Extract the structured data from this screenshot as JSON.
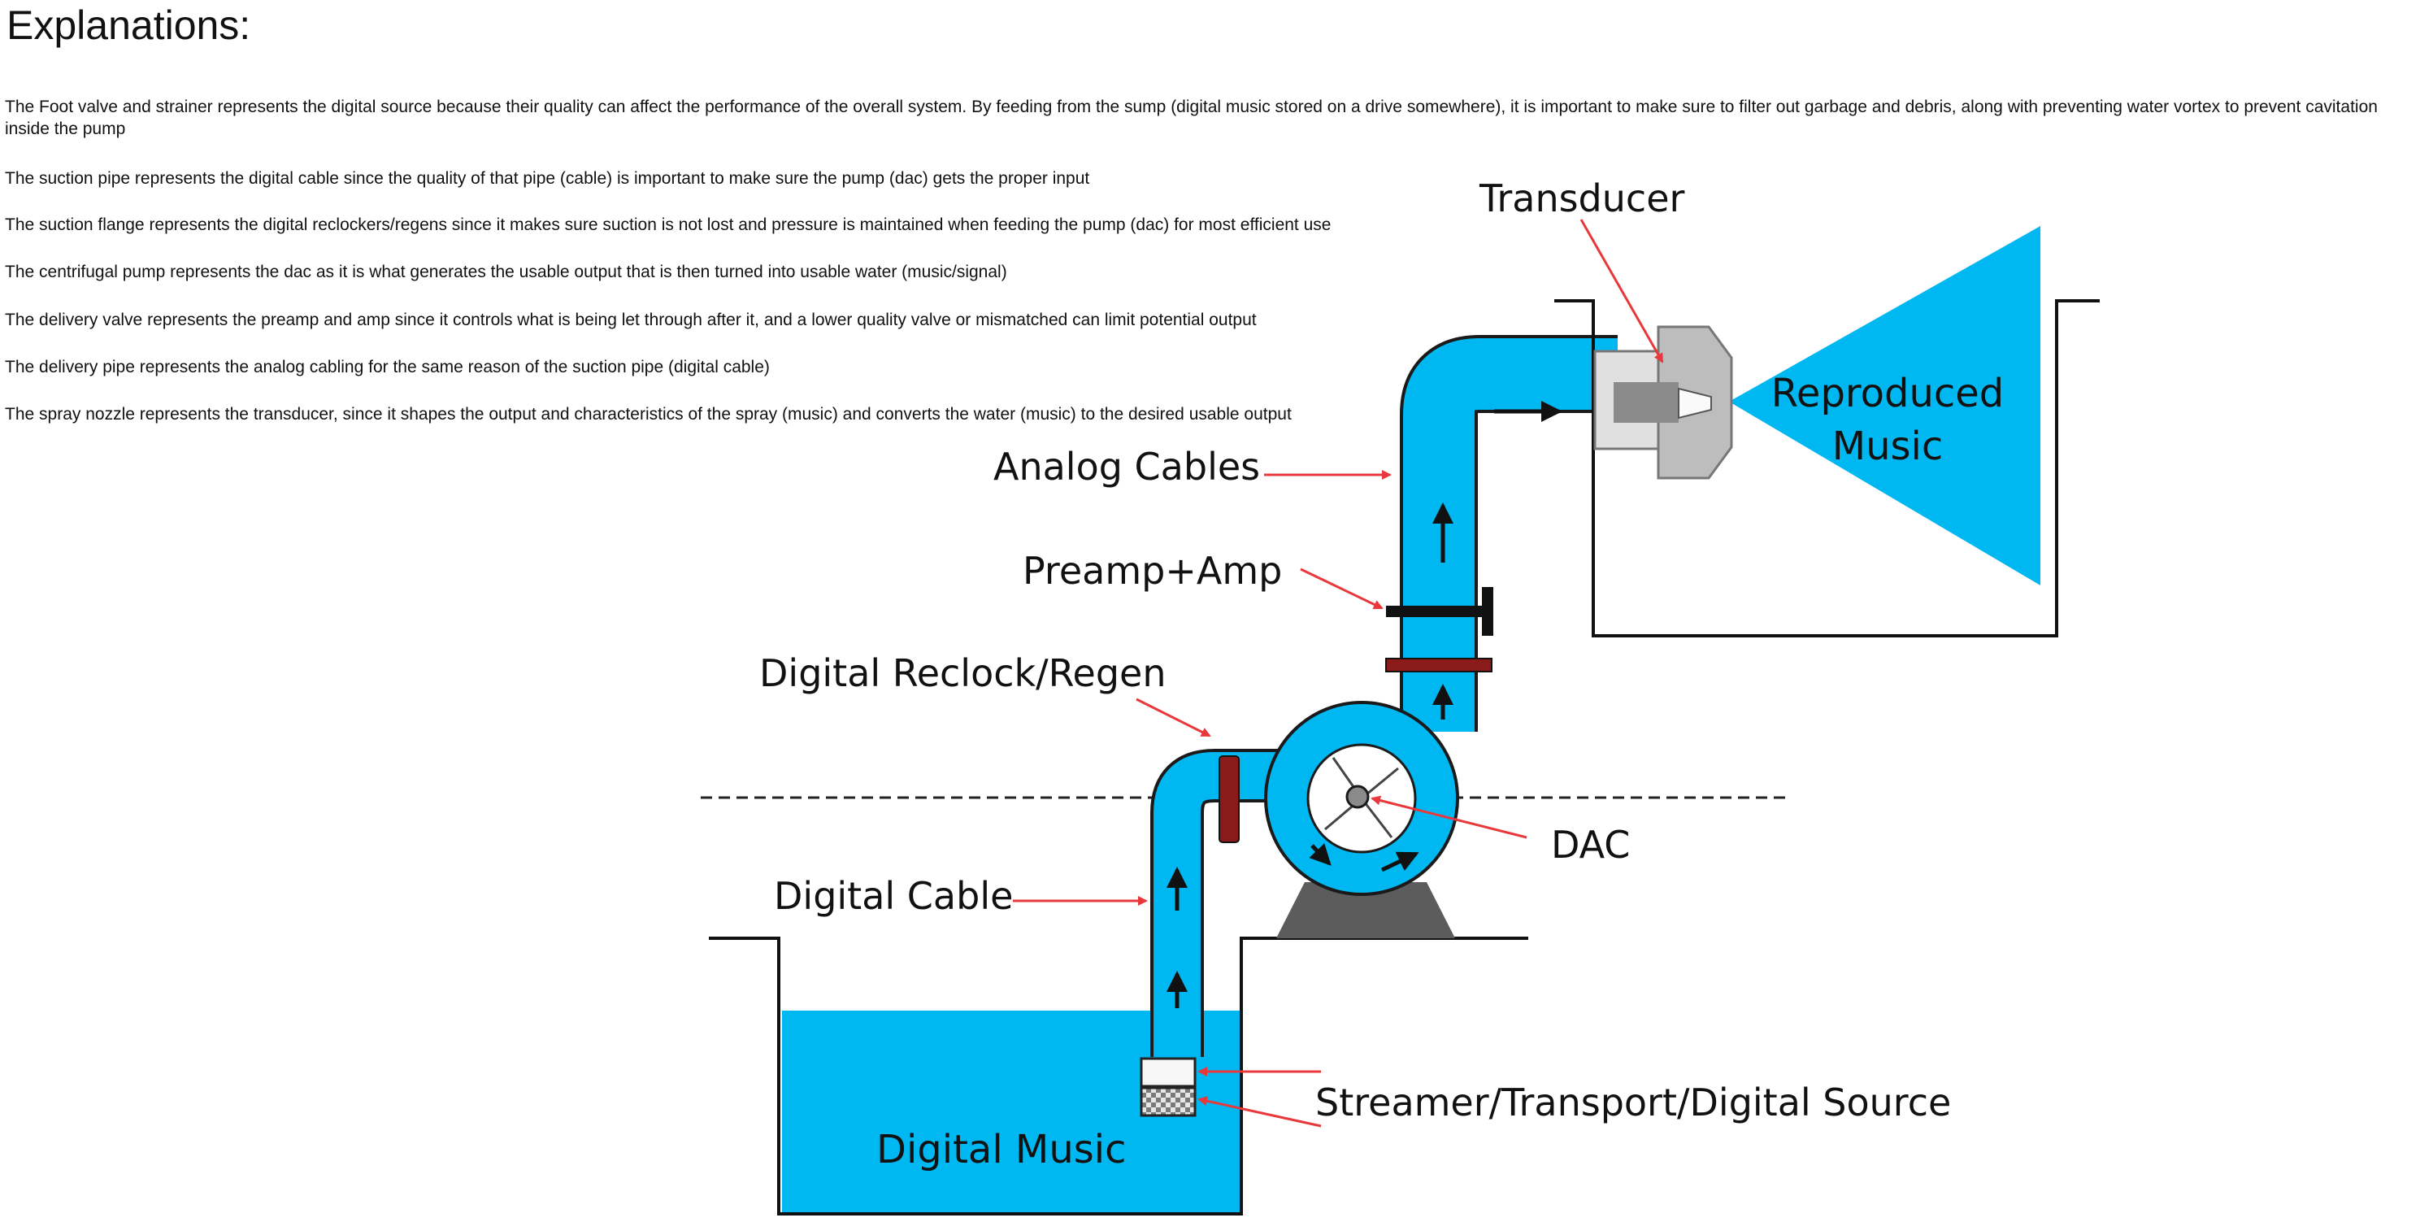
{
  "page": {
    "title": "Explanations:",
    "explanations": [
      "The Foot valve and strainer represents the digital source because their quality can affect the performance of the overall system. By feeding from the sump (digital music stored on a drive somewhere), it is important to make sure to filter out garbage and debris, along with preventing water vortex to prevent cavitation inside the pump",
      "The suction pipe represents the digital cable since the quality of that pipe (cable) is important to make sure the pump (dac) gets the proper input",
      "The suction flange represents the digital reclockers/regens since it makes sure suction is not lost and pressure is maintained when feeding the pump (dac) for most efficient use",
      "The centrifugal pump represents the dac as it is what generates the usable output that is then turned into usable water (music/signal)",
      "The delivery valve represents the preamp and amp since it controls what is being let through after it, and a lower quality valve or mismatched can limit potential output",
      "The delivery pipe represents the analog cabling for the same reason of the suction pipe (digital cable)",
      "The spray nozzle represents the transducer, since it shapes the output and characteristics of the spray (music) and converts the water (music) to the desired usable output"
    ]
  },
  "diagram": {
    "labels": {
      "transducer": "Transducer",
      "reproduced_music_line1": "Reproduced",
      "reproduced_music_line2": "Music",
      "analog_cables": "Analog Cables",
      "preamp_amp": "Preamp+Amp",
      "digital_reclock": "Digital Reclock/Regen",
      "dac": "DAC",
      "digital_cable": "Digital Cable",
      "digital_source": "Streamer/Transport/Digital Source",
      "digital_music": "Digital Music"
    },
    "colors": {
      "water": "#00b8f1",
      "pipe_outline": "#1a1a1a",
      "pointer": "#e8383b",
      "flange": "#8b1a1a",
      "valve": "#111111",
      "pump_base": "#5c5c5c",
      "nozzle": "#bdbdbd"
    }
  }
}
